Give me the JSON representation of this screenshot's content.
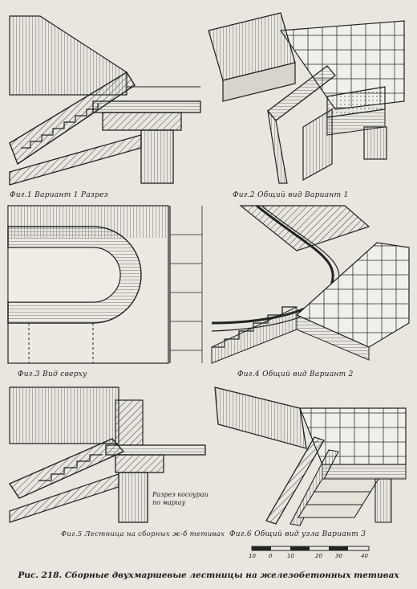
{
  "figures": [
    {
      "id": "fig1",
      "caption": "Фиг.1 Вариант 1 Разрез"
    },
    {
      "id": "fig2",
      "caption": "Фиг.2 Общий вид Вариант 1"
    },
    {
      "id": "fig3",
      "caption": "Фиг.3 Вид сверху"
    },
    {
      "id": "fig4",
      "caption": "Фиг.4 Общий вид Вариант 2"
    },
    {
      "id": "fig5",
      "caption": "Фиг.5 Лестница на сборных ж-б тетивах",
      "note_line1": "Разрез косоураи",
      "note_line2": "по маршу"
    },
    {
      "id": "fig6",
      "caption": "Фиг.6 Общий вид узла Вариант 3"
    }
  ],
  "scale_ticks": [
    "10",
    "0",
    "10",
    "20",
    "30",
    "40"
  ],
  "main_caption": "Рис. 218. Сборные двухмаршевые лестницы на железобетонных тетивах",
  "colors": {
    "paper": "#e9e6df",
    "ink": "#1c1c1c",
    "hatch": "#444444"
  }
}
